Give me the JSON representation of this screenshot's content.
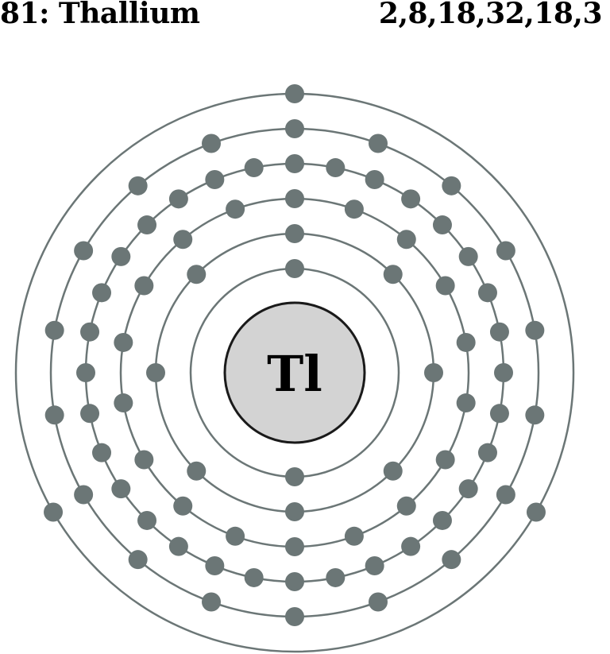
{
  "header": {
    "element_title": "81: Thallium",
    "configuration": "2,8,18,32,18,3"
  },
  "nucleus": {
    "symbol": "Tl"
  },
  "shells": [
    {
      "electrons": 2
    },
    {
      "electrons": 8
    },
    {
      "electrons": 18
    },
    {
      "electrons": 32
    },
    {
      "electrons": 18
    },
    {
      "electrons": 3
    }
  ],
  "colors": {
    "orbit": "#6b7676",
    "electron": "#6b7676",
    "nucleus_fill": "#d3d3d3",
    "nucleus_stroke": "#1a1a1a",
    "text": "#000000"
  }
}
